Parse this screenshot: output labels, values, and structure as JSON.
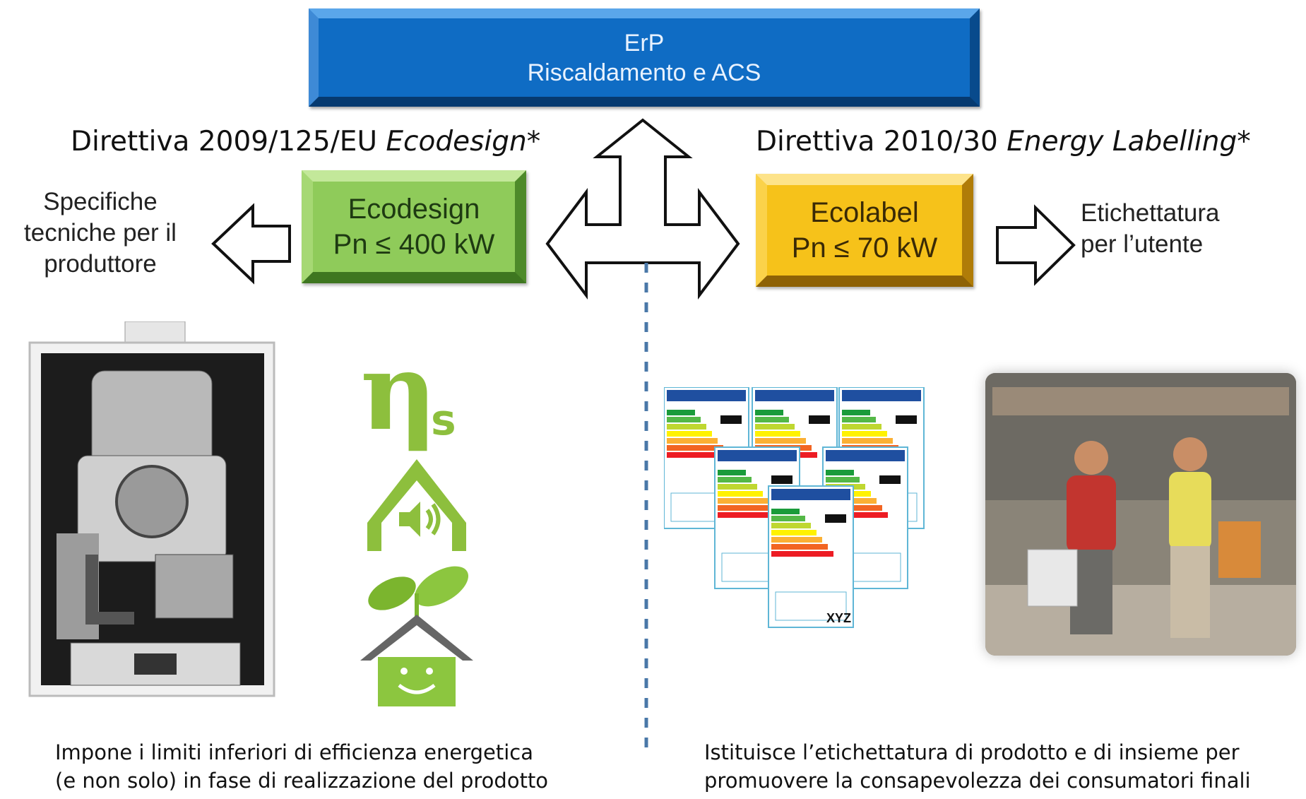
{
  "top_box": {
    "line1": "ErP",
    "line2": "Riscaldamento e ACS"
  },
  "left_directive": {
    "prefix": "Direttiva 2009/125/EU ",
    "italic": "Ecodesign*"
  },
  "right_directive": {
    "prefix": "Direttiva 2010/30 ",
    "italic": "Energy Labelling*"
  },
  "ecodesign_box": {
    "line1": "Ecodesign",
    "line2": "Pn ≤ 400 kW"
  },
  "ecolabel_box": {
    "line1": "Ecolabel",
    "line2": "Pn ≤ 70 kW"
  },
  "left_note": [
    "Specifiche",
    "tecniche per il",
    "produttore"
  ],
  "right_note": [
    "Etichettatura",
    "per l’utente"
  ],
  "eta_symbol": "η",
  "eta_subscript": "s",
  "label_text": "XYZ",
  "left_caption": [
    "Impone i limiti inferiori di efficienza energetica",
    "(e non solo) in fase di realizzazione del prodotto"
  ],
  "right_caption": [
    "Istituisce l’etichettatura di prodotto e di insieme per",
    "promuovere la consapevolezza dei consumatori finali"
  ],
  "colors": {
    "erp_blue": "#0f6cc4",
    "ecodesign_green": "#8fcb5a",
    "ecolabel_yellow": "#f6c21a",
    "divider": "#4a78a8"
  }
}
